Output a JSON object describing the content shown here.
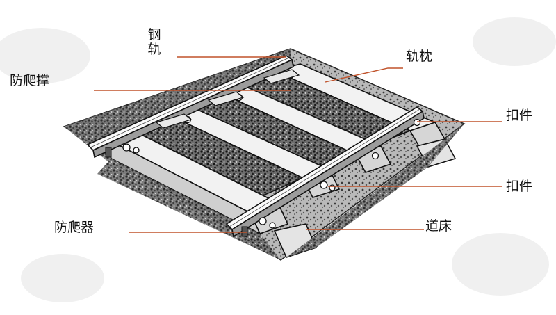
{
  "labels": {
    "rail": "钢轨",
    "sleeper": "轨枕",
    "anti_creep_strut": "防爬撑",
    "fastener_1": "扣件",
    "fastener_2": "扣件",
    "anti_creeper": "防爬器",
    "ballast_bed": "道床"
  },
  "colors": {
    "leader_line": "#c0522a",
    "ink": "#111111",
    "background": "#ffffff"
  }
}
